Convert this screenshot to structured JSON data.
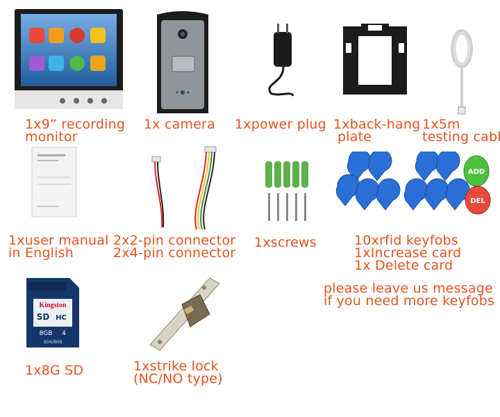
{
  "labels": {
    "monitor": [
      "1x9” recording",
      "monitor"
    ],
    "camera": [
      "1x camera"
    ],
    "power": [
      "1xpower plug"
    ],
    "backplate": [
      "1xback-hang",
      "plate"
    ],
    "cable": [
      "1x5m",
      "testing cabl"
    ],
    "manual": [
      "1xuser manual",
      "in English"
    ],
    "connector": [
      "2x2-pin connector",
      "2x4-pin connector"
    ],
    "screws": [
      "1xscrews"
    ],
    "keyfobs": [
      "10xrfid keyfobs",
      "1xIncrease card",
      "1x Delete card"
    ],
    "message": [
      "please leave us message",
      "if you need more keyfobs"
    ],
    "sd": [
      "1x8G SD"
    ],
    "lock": [
      "1xstrike lock",
      "(NC/NO type)"
    ]
  },
  "sd_card": {
    "brand": "Kingston",
    "format": "SD",
    "class_mark": "HC",
    "capacity": "8GB",
    "model": "SD4/8GB",
    "speed": "4"
  },
  "cards": {
    "add_mark": "ADD",
    "del_mark": "DEL"
  },
  "colors": {
    "label": "#e4531f",
    "keyfob": "#2a6fd6",
    "screw_anchor": "#5db04a"
  },
  "icons": [
    "monitor-image",
    "camera-image",
    "power-plug-image",
    "back-plate-image",
    "cable-image",
    "manual-image",
    "connector-image",
    "screws-image",
    "keyfobs-image",
    "sd-card-image",
    "strike-lock-image"
  ]
}
